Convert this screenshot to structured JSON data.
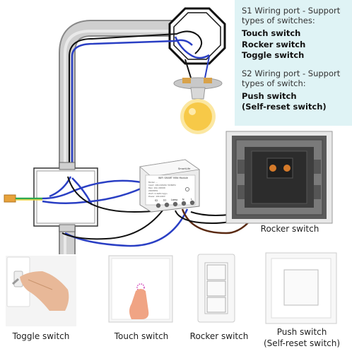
{
  "info": {
    "s1_heading": "S1 Wiring port - Support types of switches:",
    "s1_types": [
      "Touch switch",
      "Rocker switch",
      "Toggle switch"
    ],
    "s2_heading": "S2 Wiring port - Support types of switch:",
    "s2_types": [
      "Push switch",
      "(Self-reset switch)"
    ]
  },
  "module": {
    "brand": "SmartLife",
    "title": "WIFI SMART MINI Module",
    "specs": [
      "Model: ...",
      "Input: 100-240VAC 50/60Hz",
      "Max: 10A 2200W",
      "2400MHz",
      "Wi-Fi: 2.4GHz b/g/n",
      "Power: 100-240V"
    ],
    "terminals": [
      "S2",
      "S1",
      "Lamp",
      "N",
      "L"
    ]
  },
  "captions": {
    "rocker_main": "Rocker switch",
    "toggle": "Toggle switch",
    "touch": "Touch switch",
    "rocker": "Rocker switch",
    "push_line1": "Push switch",
    "push_line2": "(Self-reset switch)"
  },
  "colors": {
    "info_bg": "#dff3f5",
    "wire_blue": "#2a3fc4",
    "wire_brown": "#5a2a12",
    "wire_black": "#111111",
    "conduit": "#c9c9c9",
    "bulb": "#f7c948"
  }
}
